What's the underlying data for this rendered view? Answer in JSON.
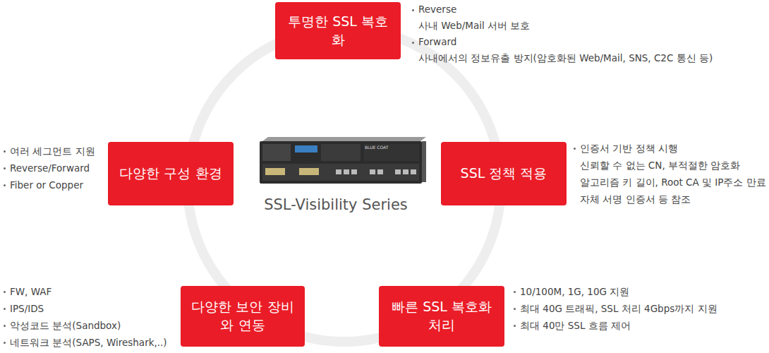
{
  "diagram": {
    "nodes": [
      {
        "text": [
          "투명한 SSL 복호화"
        ]
      },
      {
        "text": [
          "다양한 구성 환경"
        ]
      },
      {
        "text": [
          "SSL 정책 적용"
        ]
      },
      {
        "text": [
          "다양한 보안 장비와 연동"
        ]
      },
      {
        "text": [
          "빠른 SSL 복호화 처리"
        ]
      }
    ],
    "edges": [],
    "labels": [
      "SSL-Visibility Series",
      "BLUE COAT",
      "Reverse",
      "사내 Web/Mail 서버 보호",
      "Forward",
      "사내에서의 정보유출 방지(암호화된 Web/Mail, SNS, C2C 통신 등)",
      "인증서 기반 정책 시행",
      "신뢰할 수 없는 CN, 부적절한 암호화",
      "알고리즘 키 길이, Root CA 및 IP주소 만료",
      "자체 서명 인증서 등 참조",
      "10/100M, 1G, 10G 지원",
      "최대 40G 트래픽, SSL 처리 4Gbps까지 지원",
      "최대 40만 SSL 흐름 제어",
      "FW, WAF",
      "IPS/IDS",
      "악성코드 분석(Sandbox)",
      "네트워크 분석(SAPS, Wireshark,..)",
      "여러 세그먼트 지원",
      "Reverse/Forward",
      "Fiber or Copper"
    ]
  }
}
